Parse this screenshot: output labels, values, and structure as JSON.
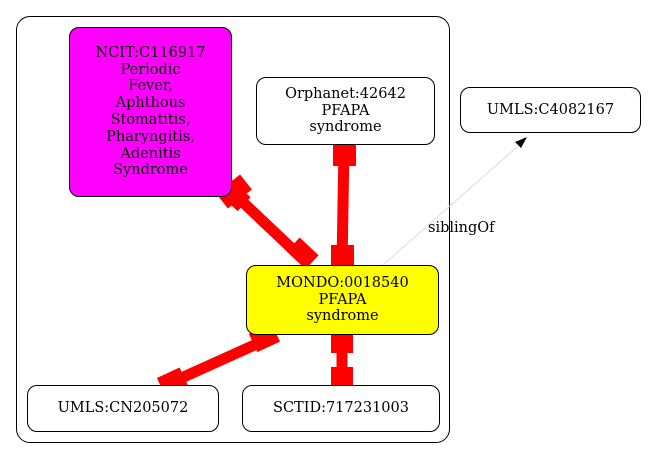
{
  "nodes": {
    "ncit": {
      "label": "NCIT:C116917\nPeriodic\nFever,\nAphthous\nStomatitis,\nPharyngitis,\nAdenitis\nSyndrome",
      "fill": "#ff00ff"
    },
    "orphanet": {
      "label": "Orphanet:42642\nPFAPA\nsyndrome",
      "fill": "#ffffff"
    },
    "mondo": {
      "label": "MONDO:0018540\nPFAPA\nsyndrome",
      "fill": "#ffff00"
    },
    "umls_cn": {
      "label": "UMLS:CN205072",
      "fill": "#ffffff"
    },
    "sctid": {
      "label": "SCTID:717231003",
      "fill": "#ffffff"
    },
    "umls_c4": {
      "label": "UMLS:C4082167",
      "fill": "#ffffff"
    }
  },
  "edges": {
    "sibling_label": "siblingOf",
    "equivalence_color": "#ff0000",
    "sibling_color": "#cccccc"
  }
}
